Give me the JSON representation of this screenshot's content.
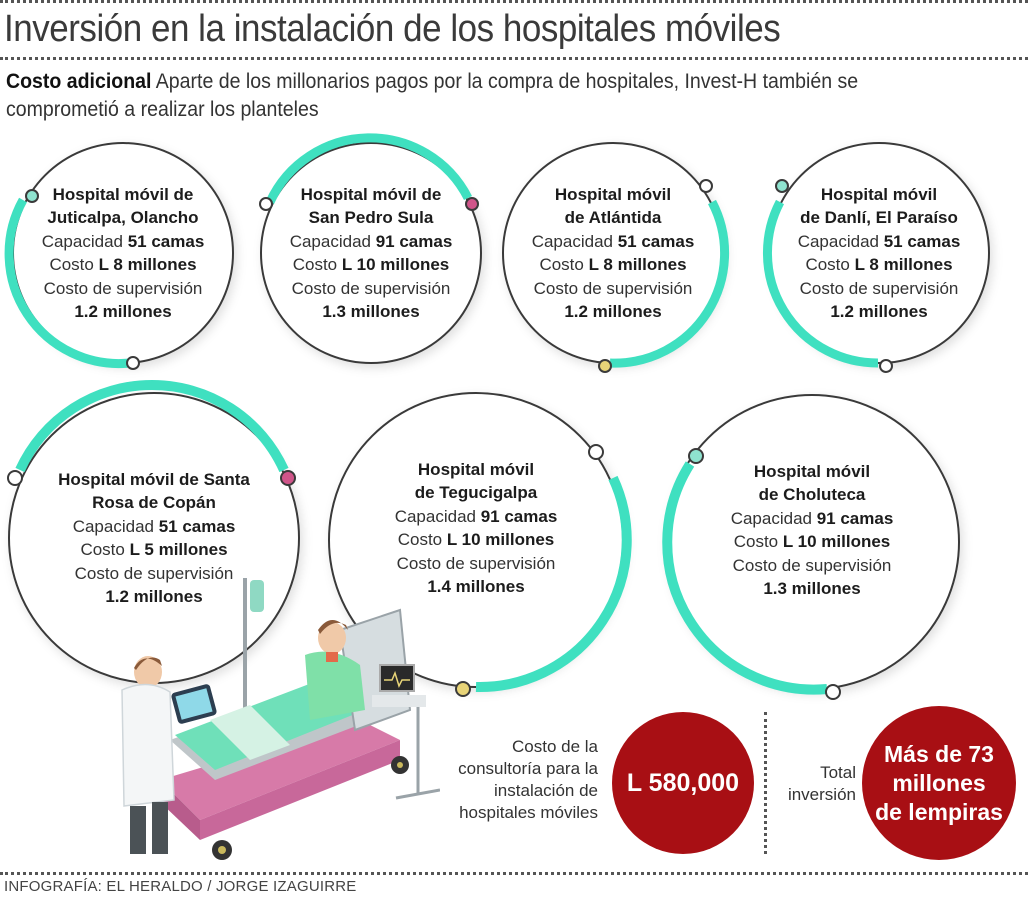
{
  "header": {
    "title": "Inversión en la instalación de los hospitales móviles",
    "subtitle_bold": "Costo adicional",
    "subtitle_text": " Aparte de los millonarios pagos por la compra de hospitales, Invest-H también se comprometió a realizar los planteles"
  },
  "colors": {
    "accent_teal": "#3fe0c0",
    "ring_line": "#3a3a3a",
    "highlight_red": "#a80f14",
    "node_pink": "#d0558a",
    "node_yellow": "#e8d478"
  },
  "hospitals": [
    {
      "name": "Hospital móvil de Juticalpa, Olancho",
      "name_line1": "Hospital móvil de",
      "name_line2": "Juticalpa, Olancho",
      "capacity_label": "Capacidad ",
      "capacity_value": "51 camas",
      "cost_label": "Costo ",
      "cost_value": "L 8 millones",
      "supervision_label": "Costo de supervisión",
      "supervision_value": "1.2 millones"
    },
    {
      "name": "Hospital móvil de San Pedro Sula",
      "name_line1": "Hospital móvil de",
      "name_line2": "San Pedro Sula",
      "capacity_label": "Capacidad ",
      "capacity_value": "91 camas",
      "cost_label": "Costo ",
      "cost_value": "L 10 millones",
      "supervision_label": "Costo de supervisión",
      "supervision_value": "1.3 millones"
    },
    {
      "name": "Hospital móvil de Atlántida",
      "name_line1": "Hospital móvil",
      "name_line2": "de Atlántida",
      "capacity_label": "Capacidad ",
      "capacity_value": "51 camas",
      "cost_label": "Costo ",
      "cost_value": "L 8 millones",
      "supervision_label": "Costo de supervisión",
      "supervision_value": "1.2 millones"
    },
    {
      "name": "Hospital móvil de Danlí, El Paraíso",
      "name_line1": "Hospital móvil",
      "name_line2": "de Danlí, El Paraíso",
      "capacity_label": "Capacidad ",
      "capacity_value": "51 camas",
      "cost_label": "Costo ",
      "cost_value": "L 8 millones",
      "supervision_label": "Costo de supervisión",
      "supervision_value": "1.2 millones"
    },
    {
      "name": "Hospital móvil de Santa Rosa de Copán",
      "name_line1": "Hospital móvil de Santa",
      "name_line2": "Rosa de Copán",
      "capacity_label": "Capacidad ",
      "capacity_value": "51 camas",
      "cost_label": "Costo ",
      "cost_value": "L 5 millones",
      "supervision_label": "Costo de supervisión",
      "supervision_value": "1.2 millones"
    },
    {
      "name": "Hospital móvil de Tegucigalpa",
      "name_line1": "Hospital móvil",
      "name_line2": "de Tegucigalpa",
      "capacity_label": "Capacidad ",
      "capacity_value": "91 camas",
      "cost_label": "Costo ",
      "cost_value": "L 10 millones",
      "supervision_label": "Costo de supervisión",
      "supervision_value": "1.4 millones"
    },
    {
      "name": "Hospital móvil de Choluteca",
      "name_line1": "Hospital móvil",
      "name_line2": "de Choluteca",
      "capacity_label": "Capacidad ",
      "capacity_value": "91 camas",
      "cost_label": "Costo ",
      "cost_value": "L 10 millones",
      "supervision_label": "Costo de supervisión",
      "supervision_value": "1.3 millones"
    }
  ],
  "consultancy": {
    "label_lines": [
      "Costo de la",
      "consultoría para la",
      "instalación de",
      "hospitales móviles"
    ],
    "value": "L 580,000"
  },
  "total": {
    "label_lines": [
      "Total",
      "inversión"
    ],
    "value_lines": [
      "Más de 73",
      "millones",
      "de lempiras"
    ]
  },
  "illustration": {
    "icon": "doctor-patient-hospital-bed-illustration"
  },
  "footer": {
    "credit": "INFOGRAFÍA: EL HERALDO / JORGE IZAGUIRRE"
  }
}
